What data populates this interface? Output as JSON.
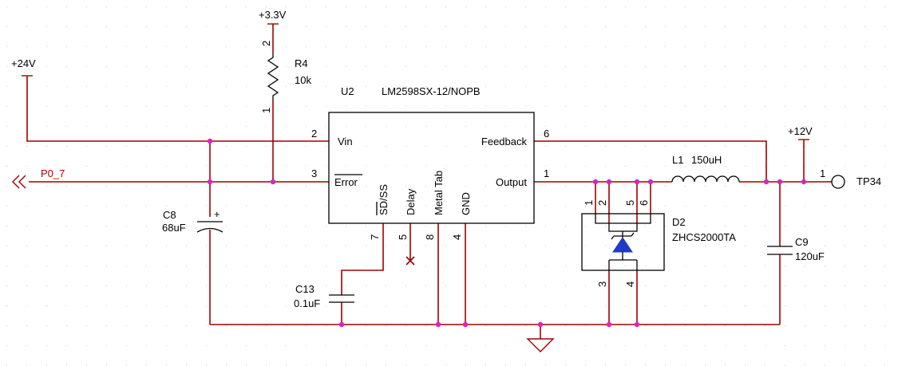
{
  "grid_color": "#c9c9c9",
  "wire_color": "#a00000",
  "junction_color": "#e020c0",
  "diode_color": "#1c3cc8",
  "power": {
    "v24": "+24V",
    "v33": "+3.3V",
    "v12": "+12V"
  },
  "net_labels": {
    "p0_7": "P0_7"
  },
  "u2": {
    "ref": "U2",
    "value": "LM2598SX-12/NOPB",
    "pins": {
      "vin": "Vin",
      "error": "Error",
      "feedback": "Feedback",
      "output": "Output",
      "sd_ss": "SD/SS",
      "delay": "Delay",
      "metal_tab": "Metal Tab",
      "gnd": "GND"
    },
    "pin_numbers": {
      "vin": "2",
      "error": "3",
      "feedback": "6",
      "output": "1",
      "sd_ss": "7",
      "delay": "5",
      "metal_tab": "8",
      "gnd": "4"
    }
  },
  "r4": {
    "ref": "R4",
    "value": "10k",
    "pin_top": "2",
    "pin_bottom": "1"
  },
  "c8": {
    "ref": "C8",
    "value": "68uF",
    "polarity": "+"
  },
  "c13": {
    "ref": "C13",
    "value": "0.1uF"
  },
  "c9": {
    "ref": "C9",
    "value": "120uF"
  },
  "l1": {
    "ref": "L1",
    "value": "150uH"
  },
  "d2": {
    "ref": "D2",
    "value": "ZHCS2000TA",
    "pins": {
      "p1": "1",
      "p2": "2",
      "p5": "5",
      "p6": "6",
      "p3": "3",
      "p4": "4"
    }
  },
  "tp34": {
    "ref": "TP34",
    "pin": "1"
  }
}
